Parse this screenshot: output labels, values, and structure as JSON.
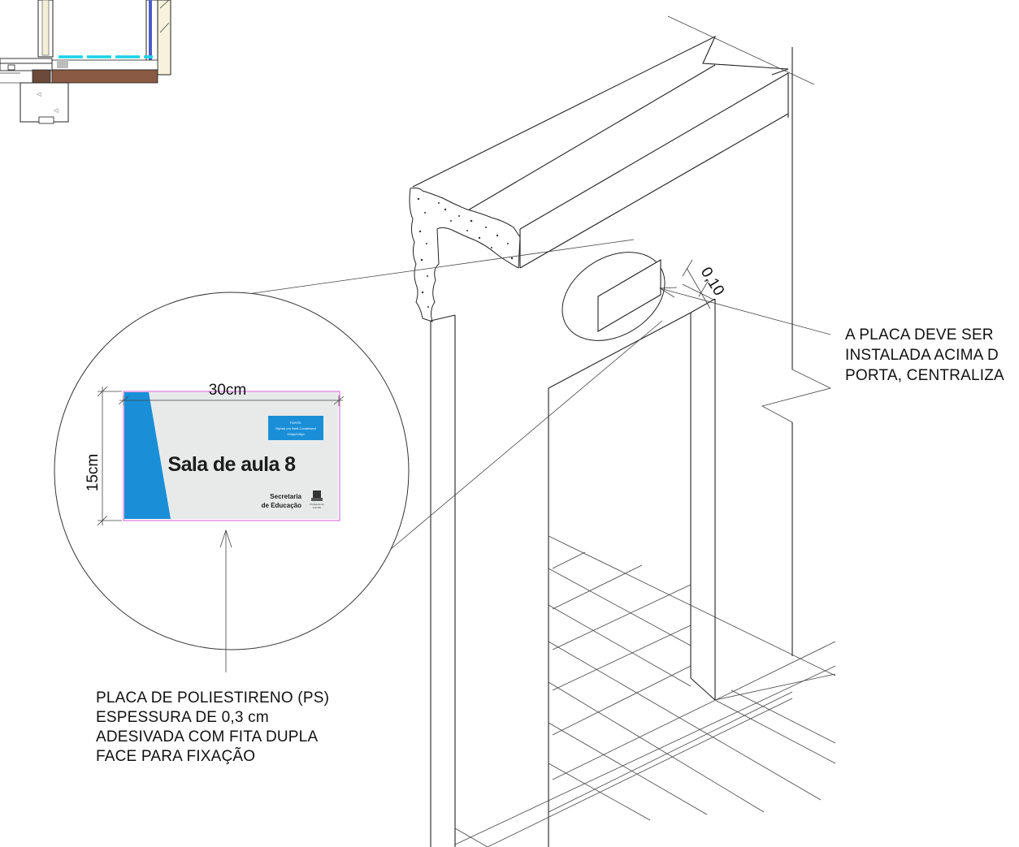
{
  "dimensions": {
    "width_label": "30cm",
    "height_label": "15cm",
    "offset_label": "0,10"
  },
  "sign": {
    "title": "Sala de aula 8",
    "footer_line1": "Secretaria",
    "footer_line2": "de Educação",
    "badge_lines": [
      "FONTE:",
      "Myriad pro Bold Condensed",
      "100pt/100pt"
    ],
    "logo_text": [
      "Prefeitura de",
      "Joinville"
    ],
    "colors": {
      "accent_blue": "#1a8fd8",
      "panel_gray": "#e8eaea",
      "outline_magenta": "#d45bd4"
    }
  },
  "notes": {
    "material_lines": [
      "PLACA DE POLIESTIRENO (PS)",
      "ESPESSURA DE 0,3 cm",
      "ADESIVADA COM FITA DUPLA",
      "FACE PARA FIXAÇÃO"
    ],
    "installation_lines": [
      "A PLACA DEVE SER",
      "INSTALADA ACIMA D",
      "PORTA, CENTRALIZA"
    ]
  }
}
